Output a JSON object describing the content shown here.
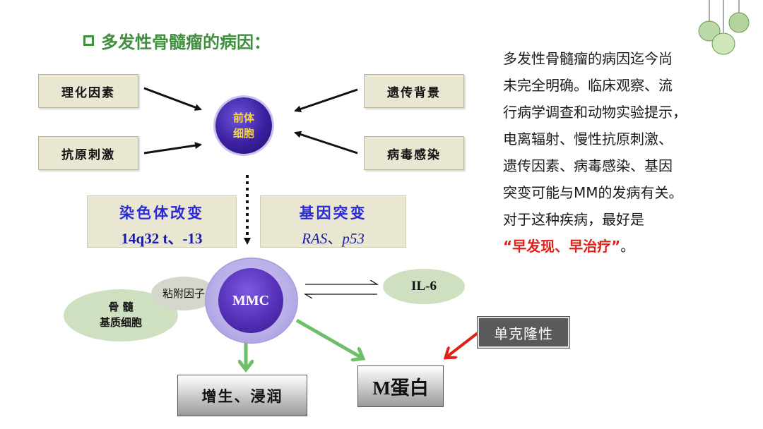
{
  "title": "多发性骨髓瘤的病因：",
  "factors": {
    "top_left": "理化因素",
    "bottom_left": "抗原刺激",
    "top_right": "遗传背景",
    "bottom_right": "病毒感染"
  },
  "precursor": {
    "line1": "前体",
    "line2": "细胞"
  },
  "changes": {
    "chromosome": {
      "heading": "染色体改变",
      "detail": "14q32 t、-13"
    },
    "gene": {
      "heading": "基因突变",
      "detail_a": "RAS",
      "sep": "、",
      "detail_b": "p53"
    }
  },
  "mmc": "MMC",
  "adhesion": "粘附因子",
  "marrow": {
    "line1": "骨 髓",
    "line2": "基质细胞"
  },
  "il6": "IL-6",
  "proliferation": "增生、浸润",
  "m_protein": "M蛋白",
  "monoclonal": "单克隆性",
  "description": {
    "lines": [
      "多发性骨髓瘤的病因迄今尚",
      "未完全明确。临床观察、流",
      "行病学调查和动物实验提示，",
      "电离辐射、慢性抗原刺激、",
      "遗传因素、病毒感染、基因",
      "突变可能与MM的发病有关。",
      "对于这种疾病，最好是"
    ],
    "highlight": "“早发现、早治疗”",
    "end": "。"
  },
  "colors": {
    "accent_green": "#3f8f3f",
    "arrow_green": "#6fbf6a",
    "red_text": "#e0201a",
    "blue_text": "#2b2bd6"
  }
}
